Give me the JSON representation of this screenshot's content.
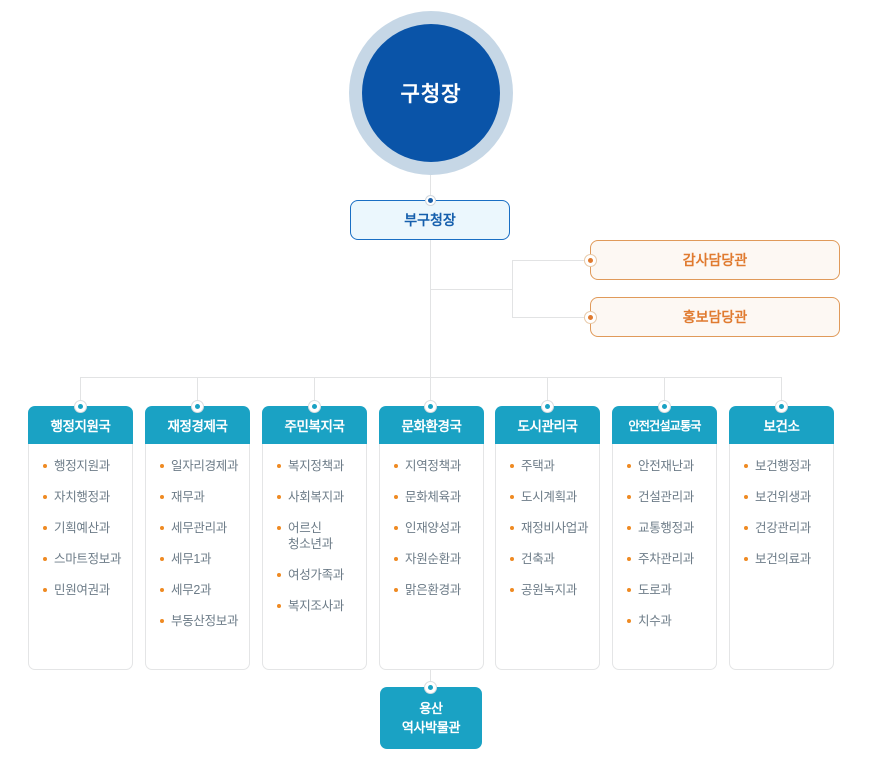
{
  "colors": {
    "mayor_ring": "#c6d7e6",
    "mayor_fill": "#0a54a8",
    "deputy_border": "#1a6fc4",
    "deputy_fill": "#ebf7fd",
    "officer_border": "#e09a5a",
    "officer_fill": "#fdf8f3",
    "officer_text": "#e07b30",
    "bureau_teal": "#1aa2c4",
    "bullet_orange": "#ef8a22",
    "dept_text": "#6d7c88",
    "connector": "#e2e3e4"
  },
  "top": {
    "mayor": "구청장",
    "deputy": "부구청장"
  },
  "officers": [
    {
      "label": "감사담당관"
    },
    {
      "label": "홍보담당관"
    }
  ],
  "bureaus": [
    {
      "name": "행정지원국",
      "departments": [
        "행정지원과",
        "자치행정과",
        "기획예산과",
        "스마트정보과",
        "민원여권과"
      ]
    },
    {
      "name": "재정경제국",
      "departments": [
        "일자리경제과",
        "재무과",
        "세무관리과",
        "세무1과",
        "세무2과",
        "부동산정보과"
      ]
    },
    {
      "name": "주민복지국",
      "departments": [
        "복지정책과",
        "사회복지과",
        "어르신\n청소년과",
        "여성가족과",
        "복지조사과"
      ]
    },
    {
      "name": "문화환경국",
      "departments": [
        "지역정책과",
        "문화체육과",
        "인재양성과",
        "자원순환과",
        "맑은환경과"
      ]
    },
    {
      "name": "도시관리국",
      "departments": [
        "주택과",
        "도시계획과",
        "재정비사업과",
        "건축과",
        "공원녹지과"
      ]
    },
    {
      "name": "안전건설교통국",
      "departments": [
        "안전재난과",
        "건설관리과",
        "교통행정과",
        "주차관리과",
        "도로과",
        "치수과"
      ]
    },
    {
      "name": "보건소",
      "departments": [
        "보건행정과",
        "보건위생과",
        "건강관리과",
        "보건의료과"
      ]
    }
  ],
  "affiliate": {
    "line1": "용산",
    "line2": "역사박물관"
  }
}
